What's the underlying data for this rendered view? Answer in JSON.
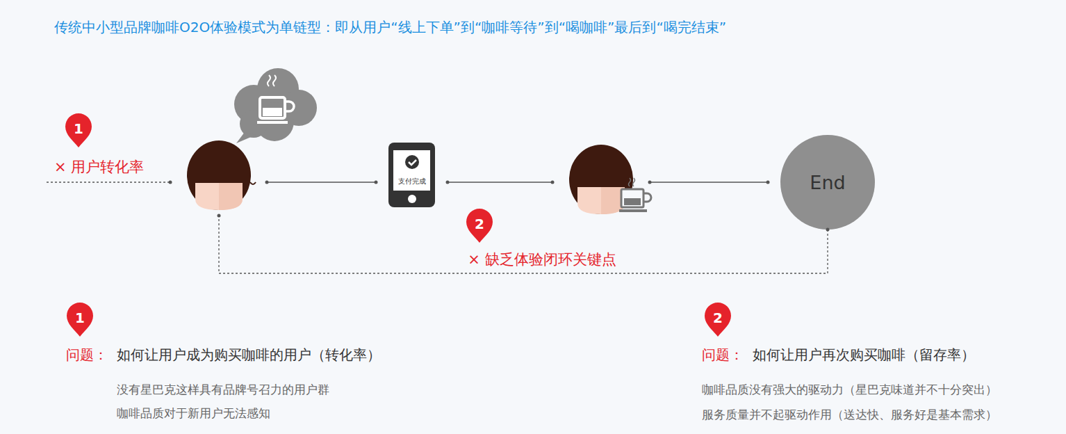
{
  "diagram": {
    "title": "传统中小型品牌咖啡O2O体验模式为单链型：即从用户“线上下单”到“咖啡等待”到“喝咖啡”最后到“喝完结束”",
    "nodes": [
      {
        "text": [
          "× 用户转化率"
        ]
      },
      {
        "text": [
          "支付完成"
        ]
      },
      {
        "text": [
          "End"
        ]
      }
    ],
    "edges": [
      {
        "from": 0,
        "to": 1,
        "arrow": "none"
      },
      {
        "from": 1,
        "to": 2,
        "arrow": "none"
      },
      {
        "from": 2,
        "to": 0,
        "arrow": "none",
        "label": "× 缺乏体验闭环关键点"
      }
    ],
    "labels": [
      "1",
      "2",
      "1",
      "问题：",
      "如何让用户成为购买咖啡的用户（转化率）",
      "没有星巴克这样具有品牌号召力的用户群",
      "咖啡品质对于新用户无法感知",
      "2",
      "问题：",
      "如何让用户再次购买咖啡（留存率）",
      "咖啡品质没有强大的驱动力（星巴克味道并不十分突出）",
      "服务质量并不起驱动作用（送达快、服务好是基本需求）"
    ]
  }
}
